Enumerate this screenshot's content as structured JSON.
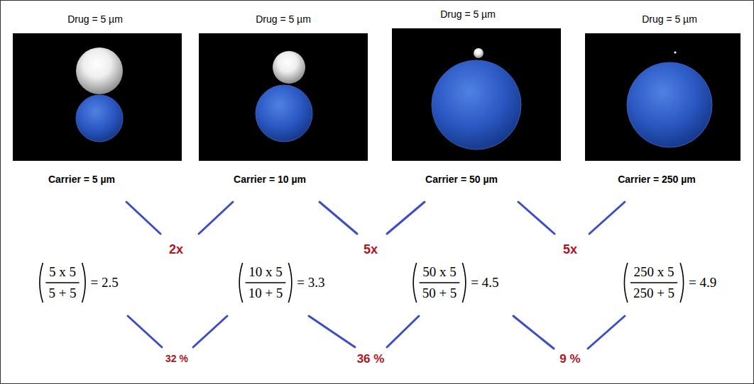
{
  "diagram": {
    "nodes": [
      {
        "text": [
          "Drug = 5 µm",
          "Carrier = 5 µm"
        ]
      },
      {
        "text": [
          "Drug = 5 µm",
          "Carrier = 10 µm"
        ]
      },
      {
        "text": [
          "Drug = 5 µm",
          "Carrier = 50 µm"
        ]
      },
      {
        "text": [
          "Drug = 5 µm",
          "Carrier = 250 µm"
        ]
      }
    ],
    "labels": [
      "2x",
      "5x",
      "5x",
      "5 x 5",
      "5 + 5",
      "= 2.5",
      "10 x 5",
      "10 + 5",
      "= 3.3",
      "50 x 5",
      "50 + 5",
      "= 4.5",
      "250 x 5",
      "250 + 5",
      "= 4.9",
      "32 %",
      "36 %",
      "9 %"
    ]
  }
}
